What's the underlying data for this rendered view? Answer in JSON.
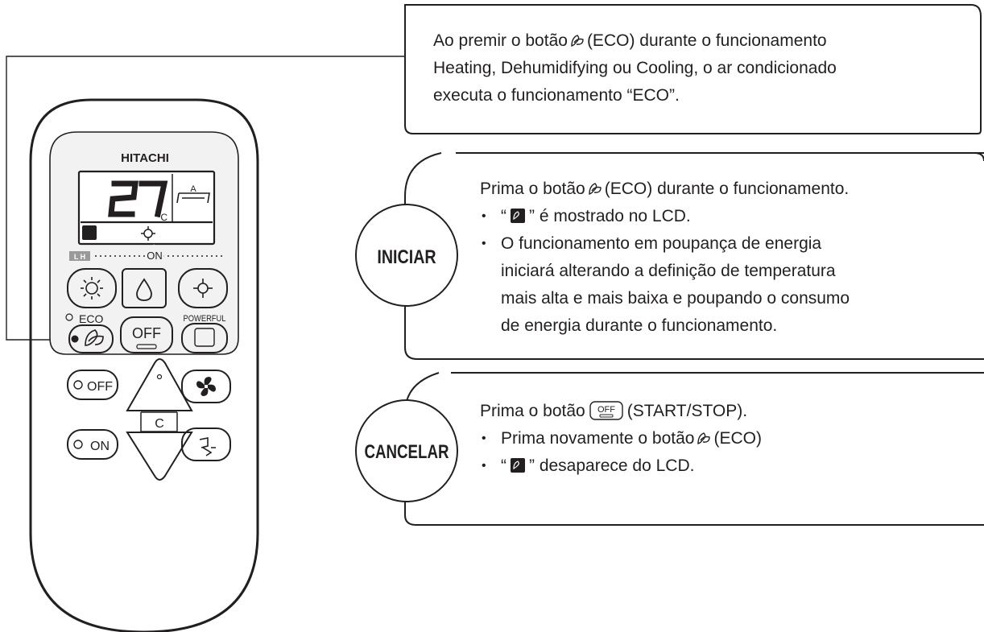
{
  "remote": {
    "brand": "HITACHI",
    "lcd_temp": "27",
    "lcd_unit": "°C",
    "lcd_mode_letter": "A",
    "indicator_lh": "L H",
    "indicator_on": "ON",
    "eco_label": "ECO",
    "off_button": "OFF",
    "powerful_label": "POWERFUL",
    "timer_off": "OFF",
    "timer_on": "ON",
    "temp_button": "C"
  },
  "box_top": {
    "lines": [
      "Ao premir o botão",
      "(ECO) durante o funcionamento",
      "Heating, Dehumidifying ou Cooling, o ar condicionado",
      "executa o funcionamento “ECO”."
    ]
  },
  "box_start": {
    "label": "INICIAR",
    "intro_a": "Prima o botão",
    "intro_b": "(ECO) durante o funcionamento.",
    "b1_a": "“",
    "b1_b": "”  é mostrado no LCD.",
    "b2": [
      "O funcionamento em poupança de energia",
      "iniciará alterando a definição de temperatura",
      "mais alta e mais baixa e poupando o consumo",
      "de energia durante o funcionamento."
    ]
  },
  "box_cancel": {
    "label": "CANCELAR",
    "intro_a": "Prima o botão",
    "intro_off": "OFF",
    "intro_b": "(START/STOP).",
    "b1_a": "Prima novamente o botão",
    "b1_b": "(ECO)",
    "b2_a": "“",
    "b2_b": "” desaparece do LCD."
  },
  "colors": {
    "ink": "#231f20",
    "lcd_bg": "#ffffff",
    "panel": "#f2f2f2",
    "chip": "#9a9a9a"
  }
}
